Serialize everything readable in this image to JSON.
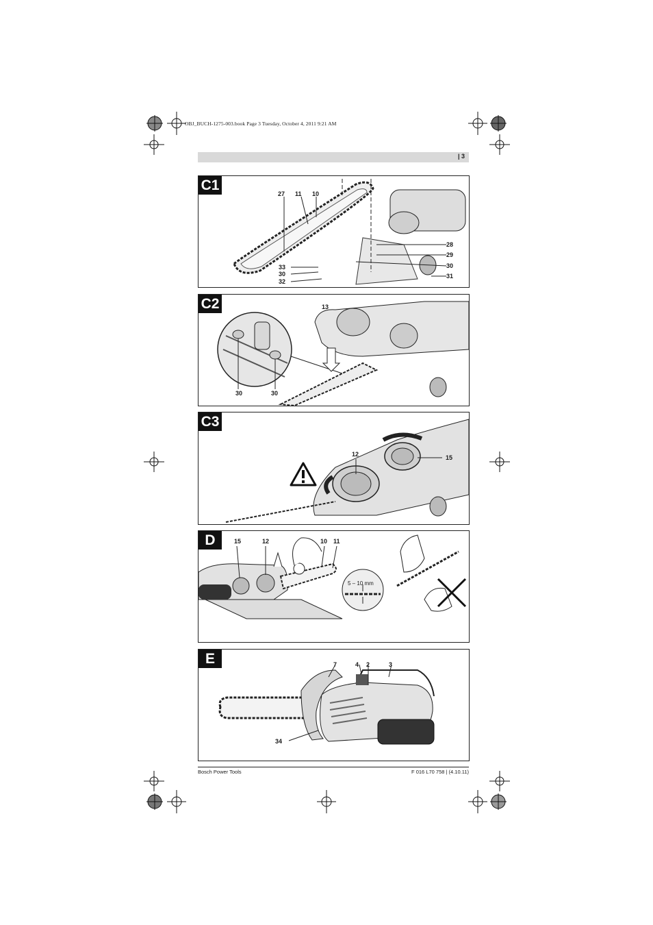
{
  "book_line": "OBJ_BUCH-1275-003.book  Page 3  Tuesday, October 4, 2011  9:21 AM",
  "header": {
    "page_number": "| 3"
  },
  "panels": [
    {
      "tag": "C1",
      "labels": [
        "27",
        "11",
        "10",
        "28",
        "29",
        "30",
        "31",
        "33",
        "30",
        "32"
      ]
    },
    {
      "tag": "C2",
      "labels": [
        "13",
        "30",
        "30"
      ]
    },
    {
      "tag": "C3",
      "labels": [
        "12",
        "15"
      ]
    },
    {
      "tag": "D",
      "labels": [
        "15",
        "12",
        "10",
        "11"
      ],
      "measure": "5 – 10 mm"
    },
    {
      "tag": "E",
      "labels": [
        "7",
        "4",
        "2",
        "3",
        "34"
      ]
    }
  ],
  "footer": {
    "left": "Bosch Power Tools",
    "right": "F 016 L70 758 | (4.10.11)"
  },
  "icons": [
    "registration-mark-icon",
    "warning-triangle-icon",
    "rotate-arrow-icon",
    "chainsaw-illustration",
    "hand-illustration"
  ]
}
